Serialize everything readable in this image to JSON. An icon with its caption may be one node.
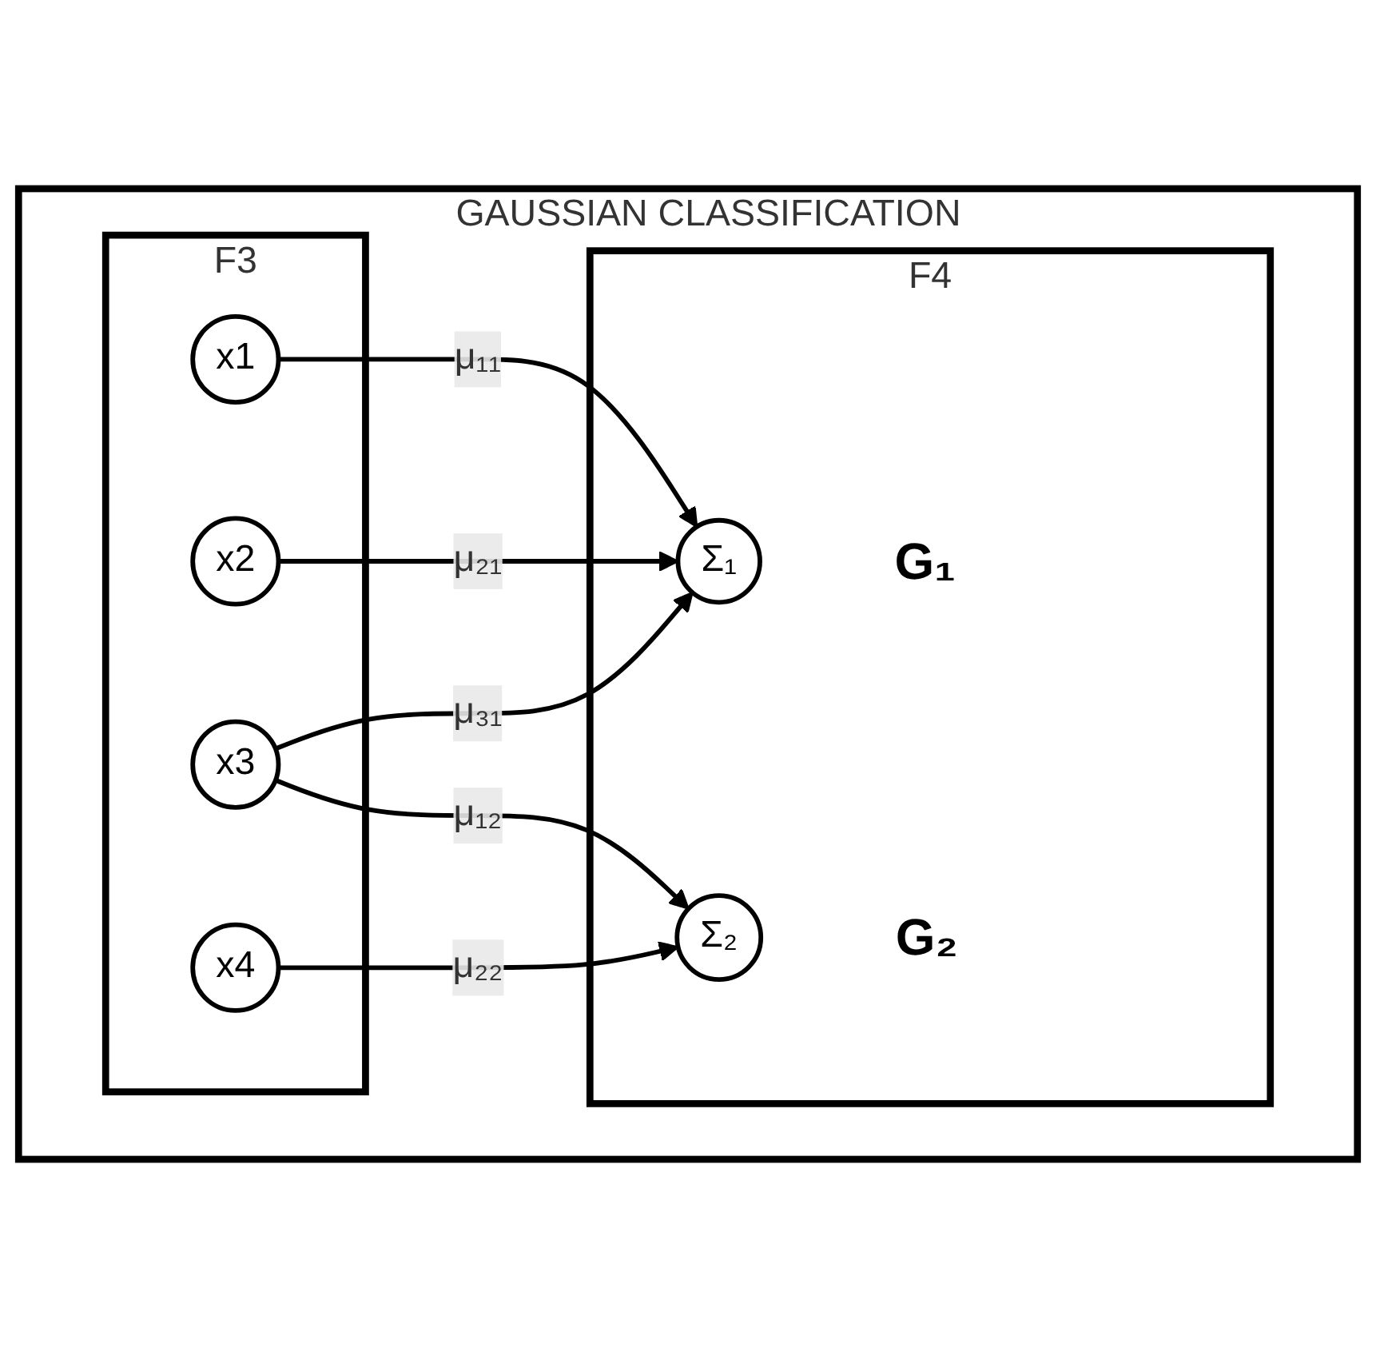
{
  "diagram": {
    "nodes": [
      {
        "text": [
          "GAUSSIAN CLASSIFICATION"
        ]
      },
      {
        "text": [
          "F3"
        ],
        "in": 0
      },
      {
        "text": [
          "x1"
        ],
        "in": 1
      },
      {
        "text": [
          "x2"
        ],
        "in": 1
      },
      {
        "text": [
          "x3"
        ],
        "in": 1
      },
      {
        "text": [
          "x4"
        ],
        "in": 1
      },
      {
        "text": [
          "F4"
        ],
        "in": 0
      },
      {
        "text": [
          "Σ₁"
        ],
        "beside": [
          "G₁"
        ],
        "in": 6
      },
      {
        "text": [
          "Σ₂"
        ],
        "beside": [
          "G₂"
        ],
        "in": 6
      }
    ],
    "edges": [
      {
        "from": 2,
        "to": 7,
        "arrow": "to",
        "label": "μ₁₁"
      },
      {
        "from": 3,
        "to": 7,
        "arrow": "to",
        "label": "μ₂₁"
      },
      {
        "from": 4,
        "to": 7,
        "arrow": "to",
        "label": "μ₃₁"
      },
      {
        "from": 4,
        "to": 8,
        "arrow": "to",
        "label": "μ₁₂"
      },
      {
        "from": 5,
        "to": 8,
        "arrow": "to",
        "label": "μ₂₂"
      }
    ]
  }
}
